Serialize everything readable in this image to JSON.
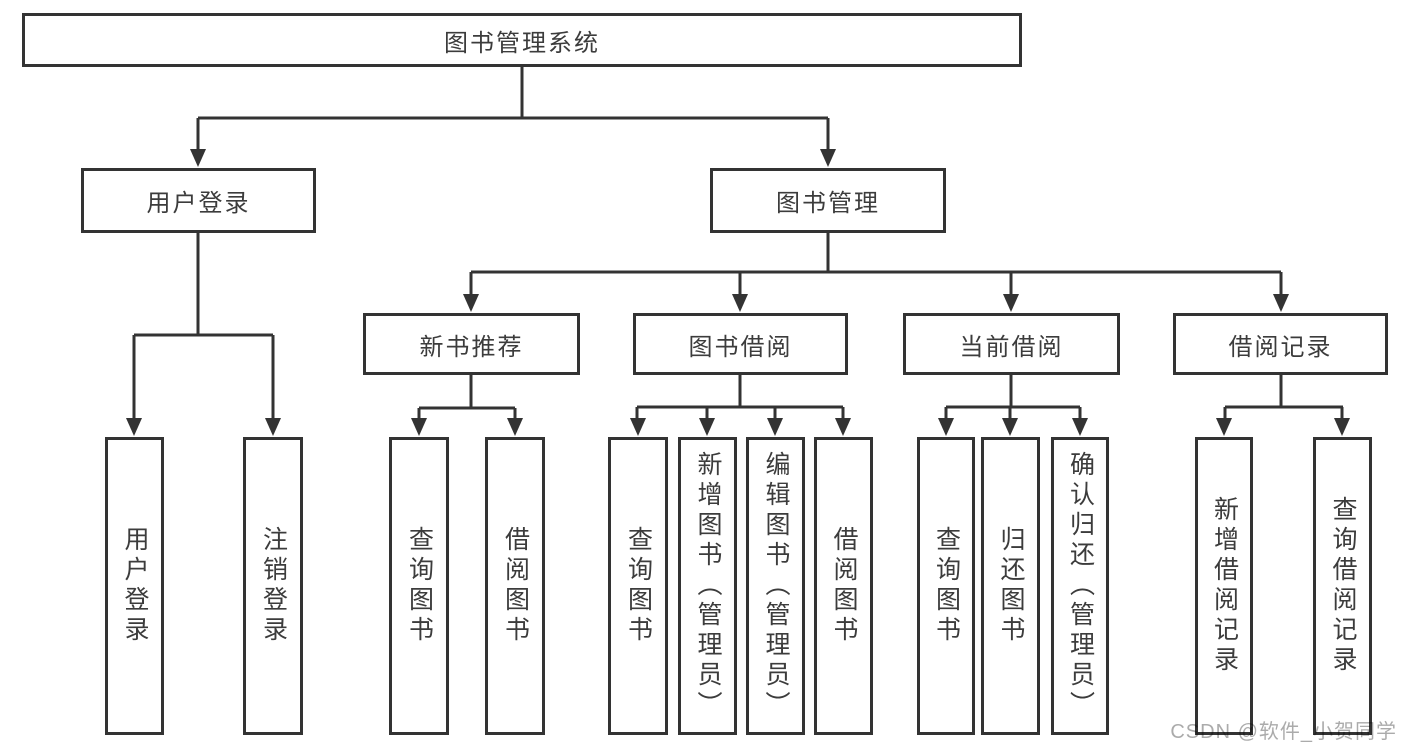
{
  "tree": {
    "root": {
      "label": "图书管理系统"
    },
    "level2": [
      {
        "label": "用户登录",
        "children": [
          {
            "label": "用户登录"
          },
          {
            "label": "注销登录"
          }
        ]
      },
      {
        "label": "图书管理",
        "children": [
          {
            "label": "新书推荐",
            "children": [
              {
                "label": "查询图书"
              },
              {
                "label": "借阅图书"
              }
            ]
          },
          {
            "label": "图书借阅",
            "children": [
              {
                "label": "查询图书"
              },
              {
                "label": "新增图书（管理员）"
              },
              {
                "label": "编辑图书（管理员）"
              },
              {
                "label": "借阅图书"
              }
            ]
          },
          {
            "label": "当前借阅",
            "children": [
              {
                "label": "查询图书"
              },
              {
                "label": "归还图书"
              },
              {
                "label": "确认归还（管理员）"
              }
            ]
          },
          {
            "label": "借阅记录",
            "children": [
              {
                "label": "新增借阅记录"
              },
              {
                "label": "查询借阅记录"
              }
            ]
          }
        ]
      }
    ]
  },
  "watermark": "CSDN @软件_小贺同学",
  "colors": {
    "line": "#333333",
    "text": "#3c3c3c",
    "background": "#ffffff",
    "watermark": "#969696"
  }
}
